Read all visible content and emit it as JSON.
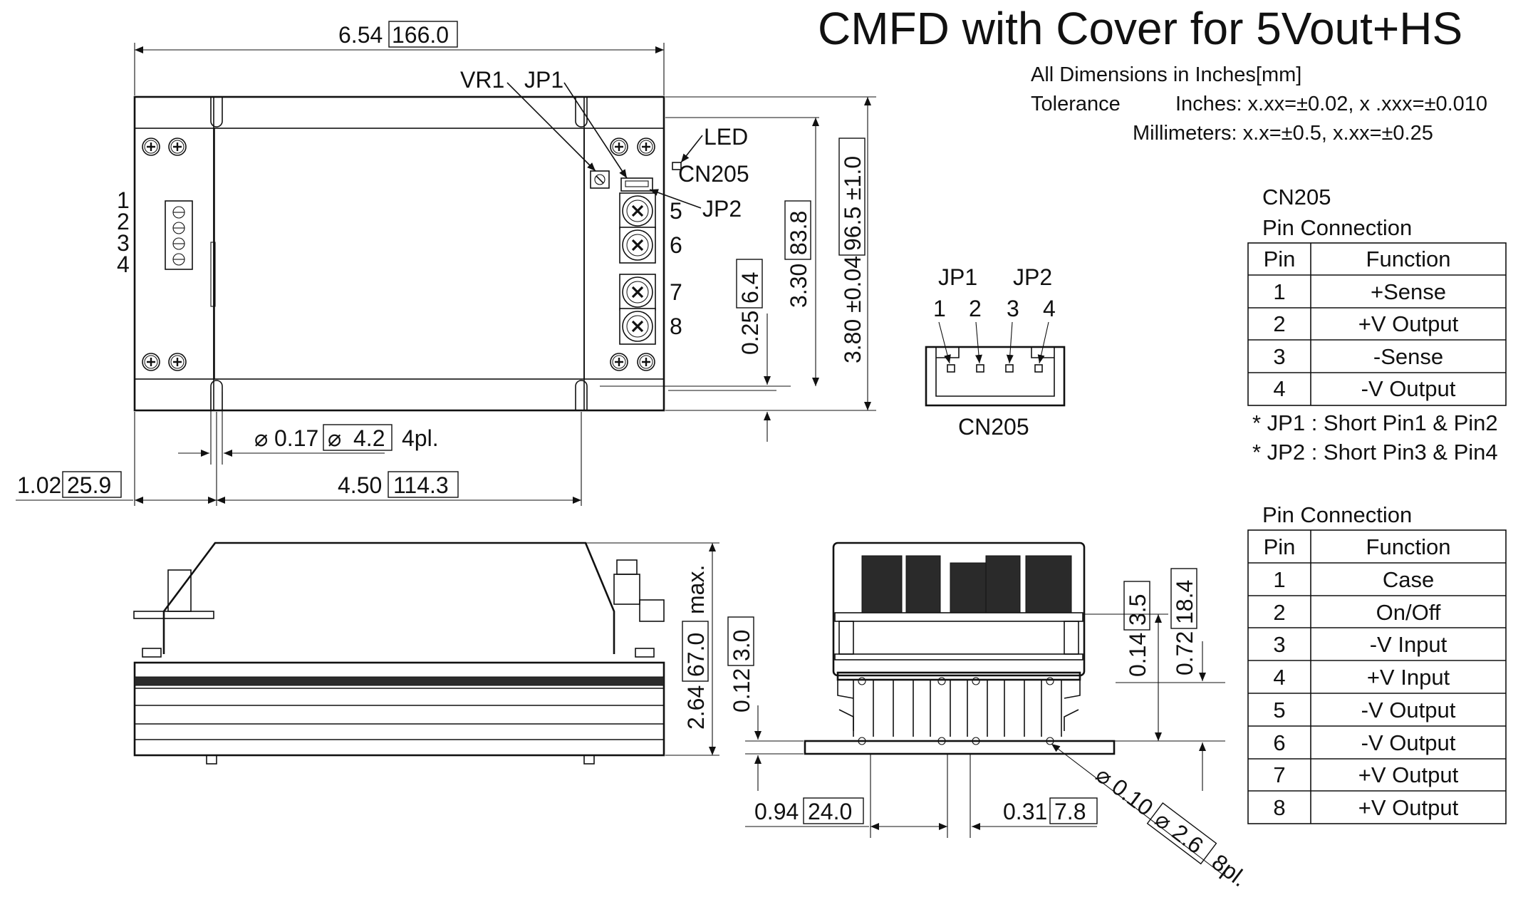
{
  "title": "CMFD with Cover for 5Vout+HS",
  "notes": {
    "dimensions": "All Dimensions in Inches[mm]",
    "tolerance_label": "Tolerance",
    "inches": "Inches: x.xx=±0.02, x .xxx=±0.010",
    "millimeters": "Millimeters: x.x=±0.5, x.xx=±0.25"
  },
  "top_view": {
    "width_in": "6.54",
    "width_mm": "166.0",
    "hole_in": "0.17",
    "hole_mm": "4.2",
    "hole_count": "4pl.",
    "left_in": "1.02",
    "left_mm": "25.9",
    "pitch_in": "4.50",
    "pitch_mm": "114.3",
    "offset_in": "0.25",
    "offset_mm": "6.4",
    "inner_h_in": "3.30",
    "inner_h_mm": "83.8",
    "height": "3.80 ±0.04",
    "height_mm": "96.5 ±1.0",
    "labels": {
      "vr1": "VR1",
      "jp1": "JP1",
      "led": "LED",
      "cn205": "CN205",
      "jp2": "JP2"
    },
    "input_pins": [
      "1",
      "2",
      "3",
      "4"
    ],
    "output_pins": [
      "5",
      "6",
      "7",
      "8"
    ]
  },
  "connector_detail": {
    "jp1": "JP1",
    "jp2": "JP2",
    "pins": [
      "1",
      "2",
      "3",
      "4"
    ],
    "caption": "CN205"
  },
  "side_view": {
    "height_in": "2.64",
    "height_mm": "67.0",
    "height_suffix": "max."
  },
  "end_view": {
    "base_in": "0.12",
    "base_mm": "3.0",
    "fin_in": "0.14",
    "fin_mm": "3.5",
    "total_in": "0.72",
    "total_mm": "18.4",
    "spacing_in": "0.94",
    "spacing_mm": "24.0",
    "gap_in": "0.31",
    "gap_mm": "7.8",
    "hole_in": "0.10",
    "hole_mm": "2.6",
    "hole_count": "8pl."
  },
  "cn205_table": {
    "title": "CN205",
    "subtitle": "Pin Connection",
    "headers": [
      "Pin",
      "Function"
    ],
    "rows": [
      [
        "1",
        "+Sense"
      ],
      [
        "2",
        "+V Output"
      ],
      [
        "3",
        "-Sense"
      ],
      [
        "4",
        "-V Output"
      ]
    ],
    "notes": [
      "* JP1 : Short Pin1 & Pin2",
      "* JP2 : Short Pin3 & Pin4"
    ]
  },
  "pin_table": {
    "title": "Pin Connection",
    "headers": [
      "Pin",
      "Function"
    ],
    "rows": [
      [
        "1",
        "Case"
      ],
      [
        "2",
        "On/Off"
      ],
      [
        "3",
        "-V Input"
      ],
      [
        "4",
        "+V Input"
      ],
      [
        "5",
        "-V Output"
      ],
      [
        "6",
        "-V Output"
      ],
      [
        "7",
        "+V Output"
      ],
      [
        "8",
        "+V Output"
      ]
    ]
  }
}
